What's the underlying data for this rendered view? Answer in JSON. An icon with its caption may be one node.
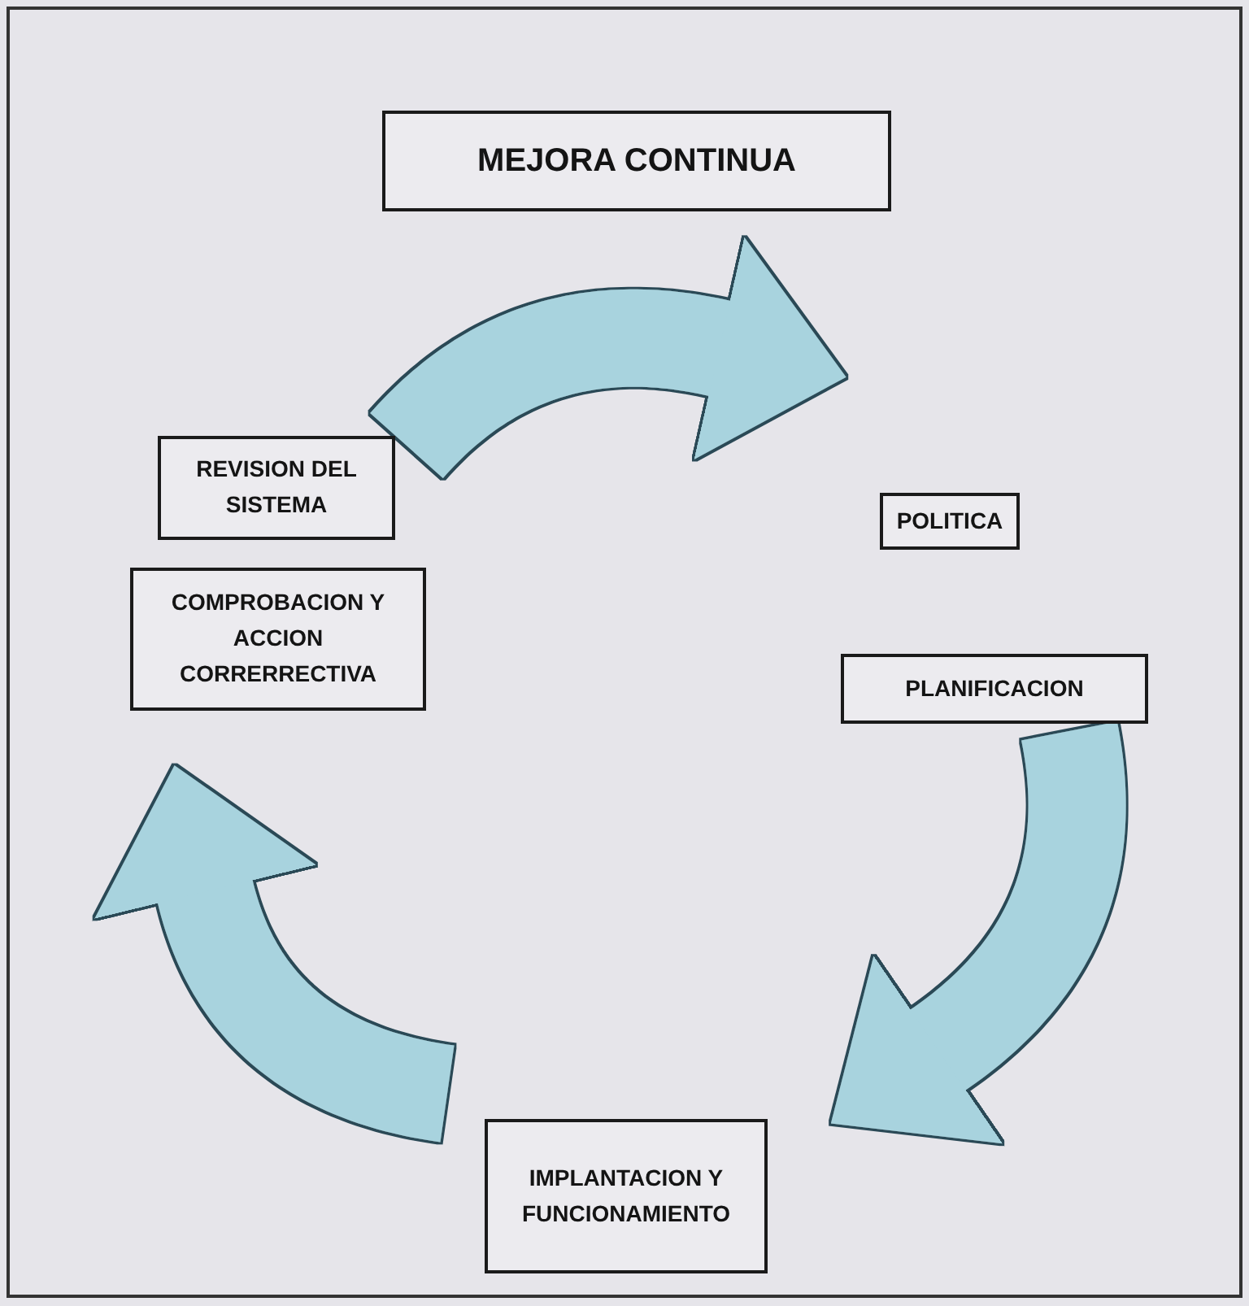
{
  "diagram": {
    "nodes": [
      {
        "text": [
          "MEJORA CONTINUA"
        ]
      },
      {
        "text": [
          "POLITICA"
        ]
      },
      {
        "text": [
          "PLANIFICACION"
        ]
      },
      {
        "text": [
          "IMPLANTACION Y FUNCIONAMIENTO"
        ]
      },
      {
        "text": [
          "COMPROBACION Y ACCION CORRERRECTIVA"
        ]
      },
      {
        "text": [
          "REVISION DEL SISTEMA"
        ]
      }
    ],
    "edges": [
      {
        "from": 5,
        "to": 1,
        "arrow": "to"
      },
      {
        "from": 2,
        "to": 3,
        "arrow": "to"
      },
      {
        "from": 3,
        "to": 4,
        "arrow": "to"
      }
    ]
  }
}
